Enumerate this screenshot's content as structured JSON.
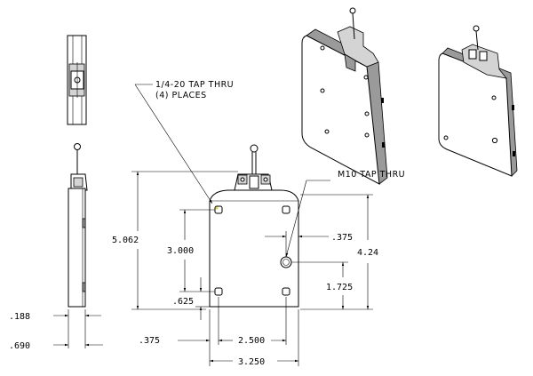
{
  "notes": {
    "tap_note_line1": "1/4-20 TAP THRU",
    "tap_note_line2": "(4) PLACES",
    "m10_note": "M10 TAP THRU"
  },
  "dimensions": {
    "overall_height": "5.062",
    "hole_spacing_vertical": "3.000",
    "hole_bottom_offset": ".625",
    "right_height": "4.24",
    "m10_offset_x": ".375",
    "m10_height": "1.725",
    "left_hole_offset": ".375",
    "hole_spacing_horizontal": "2.500",
    "overall_width": "3.250",
    "side_thickness": ".188",
    "side_depth": ".690"
  }
}
